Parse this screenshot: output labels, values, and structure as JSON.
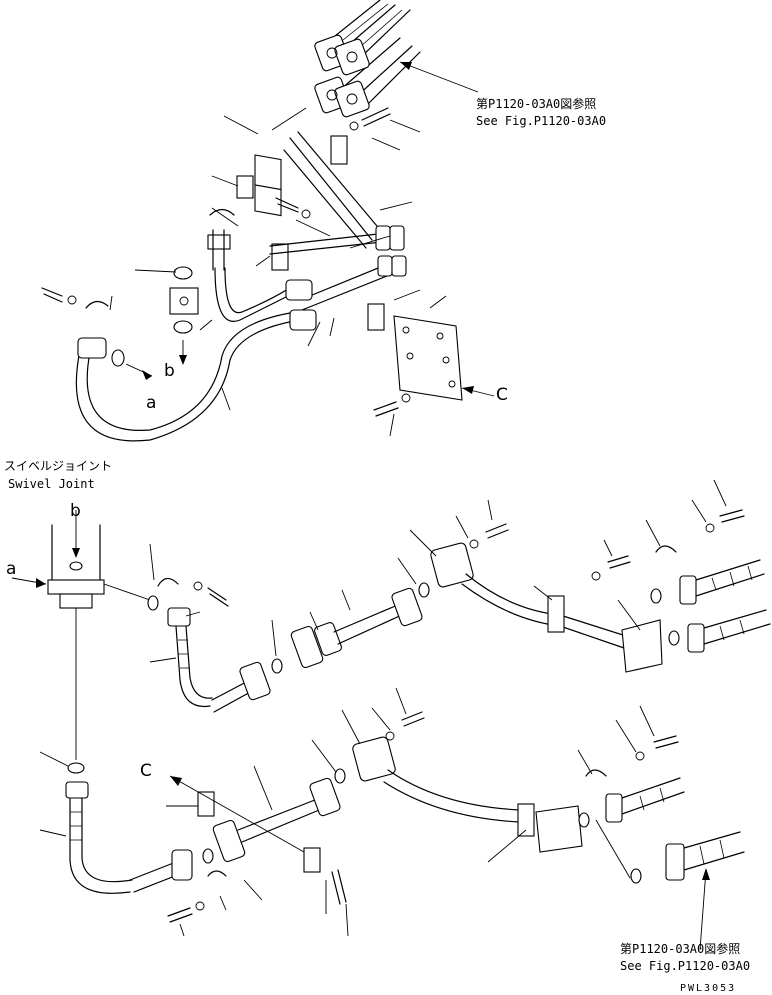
{
  "drawing_code": "PWL3053",
  "references": {
    "top": {
      "jp": "第P1120-03A0図参照",
      "en": "See Fig.P1120-03A0"
    },
    "bottom": {
      "jp": "第P1120-03A0図参照",
      "en": "See Fig.P1120-03A0"
    }
  },
  "swivel_joint": {
    "jp": "スイベルジョイント",
    "en": "Swivel Joint"
  },
  "view_markers": {
    "a": "a",
    "b": "b",
    "c": "C"
  }
}
